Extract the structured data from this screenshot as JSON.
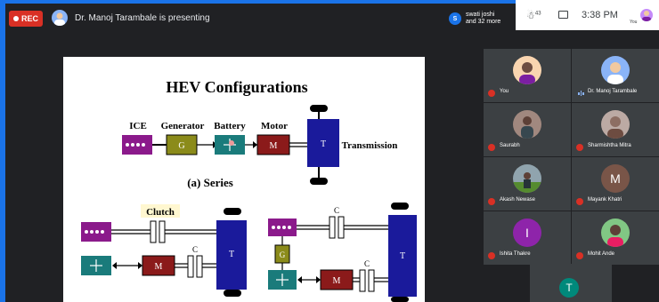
{
  "meeting": {
    "rec_label": "REC",
    "presenting_text": "Dr. Manoj Tarambale is presenting",
    "viewers_initial": "S",
    "viewers_line1": "swati joshi",
    "viewers_line2": "and 32 more",
    "people_count": "43",
    "time": "3:38 PM",
    "you_label": "You"
  },
  "slide": {
    "title": "HEV Configurations",
    "series_caption": "(a) Series",
    "labels": {
      "ice": "ICE",
      "generator": "Generator",
      "battery": "Battery",
      "motor": "Motor",
      "transmission": "Transmission",
      "clutch": "Clutch",
      "g": "G",
      "m": "M",
      "t": "T",
      "c": "C"
    }
  },
  "participants": [
    {
      "name": "You",
      "initial": "",
      "color": "#f9d5b0",
      "speaking": false
    },
    {
      "name": "Dr. Manoj Tarambale",
      "initial": "",
      "color": "#8ab4f8",
      "speaking": true
    },
    {
      "name": "Saurabh",
      "initial": "",
      "color": "#a1887f",
      "speaking": false
    },
    {
      "name": "Sharmishtha Mitra",
      "initial": "",
      "color": "#bcaaa4",
      "speaking": false
    },
    {
      "name": "Akash Newase",
      "initial": "",
      "color": "#90a4ae",
      "speaking": false
    },
    {
      "name": "Mayank Khatri",
      "initial": "M",
      "color": "#795548",
      "speaking": false
    },
    {
      "name": "Ishita Thakre",
      "initial": "I",
      "color": "#8e24aa",
      "speaking": false
    },
    {
      "name": "Mohit Ande",
      "initial": "",
      "color": "#81c784",
      "speaking": false
    }
  ],
  "last_tile": {
    "initial": "T",
    "color": "#00897b"
  },
  "colors": {
    "accent": "#1a73e8",
    "rec": "#d93025",
    "ice": "#8b1a8b",
    "generator": "#8b8b1a",
    "battery": "#1a7b7b",
    "motor": "#8b1a1a",
    "transmission": "#1a1a9b"
  }
}
